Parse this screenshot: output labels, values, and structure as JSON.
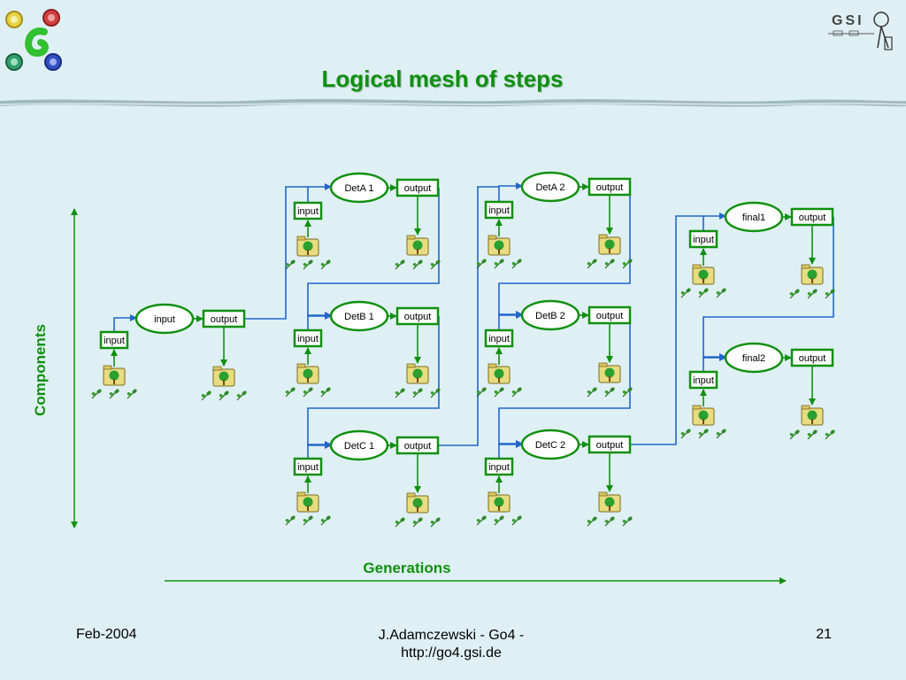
{
  "title": "Logical mesh of steps",
  "axes": {
    "components": "Components",
    "generations": "Generations"
  },
  "labels": {
    "input": "input",
    "output": "output"
  },
  "steps": [
    {
      "id": "s0",
      "name": "input"
    },
    {
      "id": "a1",
      "name": "DetA 1"
    },
    {
      "id": "b1",
      "name": "DetB 1"
    },
    {
      "id": "c1",
      "name": "DetC 1"
    },
    {
      "id": "a2",
      "name": "DetA 2"
    },
    {
      "id": "b2",
      "name": "DetB 2"
    },
    {
      "id": "c2",
      "name": "DetC 2"
    },
    {
      "id": "f1",
      "name": "final1"
    },
    {
      "id": "f2",
      "name": "final2"
    }
  ],
  "footer": {
    "date": "Feb-2004",
    "author_line1": "J.Adamczewski - Go4 -",
    "author_line2": "http://go4.gsi.de",
    "page": "21"
  },
  "colors": {
    "green": "#109010",
    "blue": "#2266cc",
    "arrow_green": "#109010"
  }
}
